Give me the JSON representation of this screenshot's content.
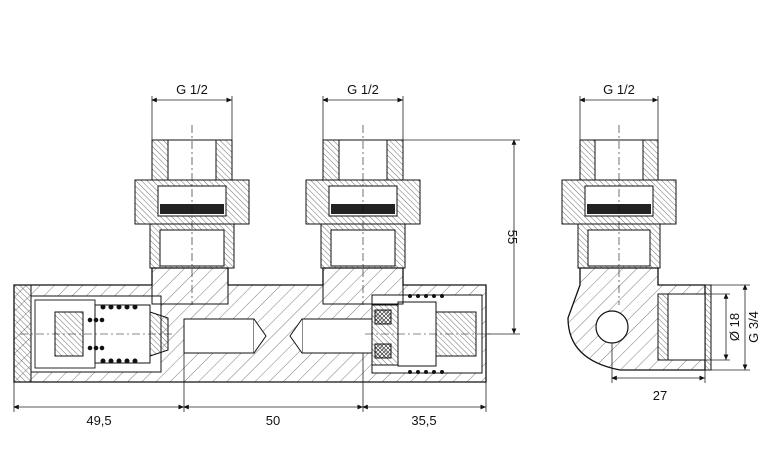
{
  "dimensions": {
    "thread_left_top": "G 1/2",
    "thread_center_top": "G 1/2",
    "thread_side_top": "G 1/2",
    "height_right": "55",
    "thread_side_right": "G 3/4",
    "bore_side": "Ø 18",
    "width_left": "49,5",
    "width_mid": "50",
    "width_right": "35,5",
    "depth_side": "27"
  },
  "colors": {
    "line": "#111111",
    "hatch": "#444444",
    "background": "#ffffff"
  }
}
